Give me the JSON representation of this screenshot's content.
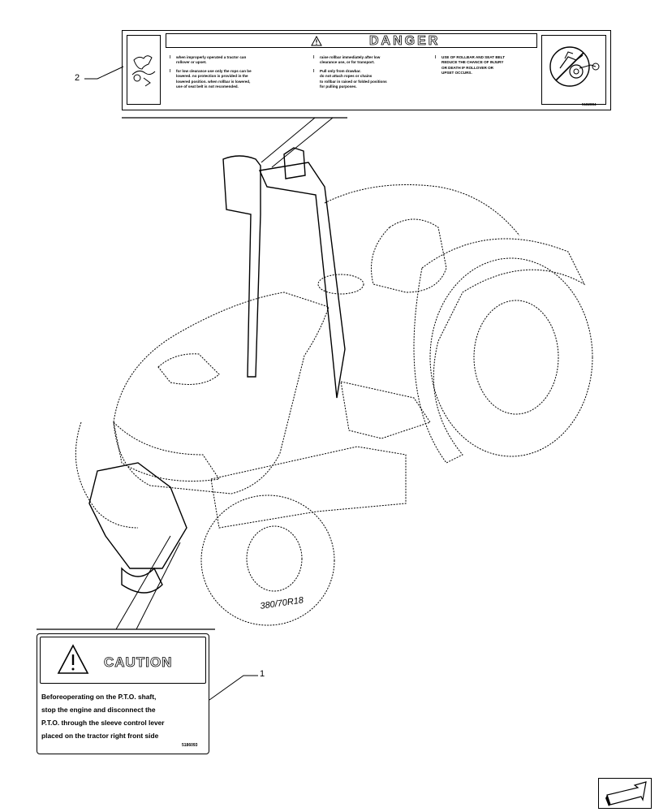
{
  "callouts": {
    "one": "1",
    "two": "2"
  },
  "danger_decal": {
    "title": "DANGER",
    "col1": {
      "item1": [
        "when improperly operated a tractor can",
        "rollover or upset."
      ],
      "item2": [
        "for low clearance use only the rops can be",
        "lowered. no protection is provided in the",
        "lowered position. when rollbar is lowered,",
        "use of seat belt is not recomended."
      ]
    },
    "col2": {
      "item1": [
        "raise rollbar immediately after low",
        "clearance use, or for transport."
      ],
      "item2": [
        "Pull only from drawbar.",
        "do not attach ropes or chains",
        "to rollbar in raised or folded positions",
        "for pulling purposes."
      ]
    },
    "col3": {
      "item1": [
        "USE OF ROLLBAR AND SEAT BELT",
        "REDUCE THE CHANCE OF INJURY",
        "OR DEATH IF ROLLOVER OR",
        "UPSET OCCURS."
      ]
    },
    "bullet": "l",
    "code": "5182884"
  },
  "caution_decal": {
    "title": "CAUTION",
    "lines": [
      "Beforeoperating on the P.T.O. shaft,",
      "stop the engine and disconnect the",
      "P.T.O. through the sleeve control lever",
      "placed on the tractor right front side"
    ],
    "code": "5186093"
  },
  "tire_text": "380/70R18"
}
